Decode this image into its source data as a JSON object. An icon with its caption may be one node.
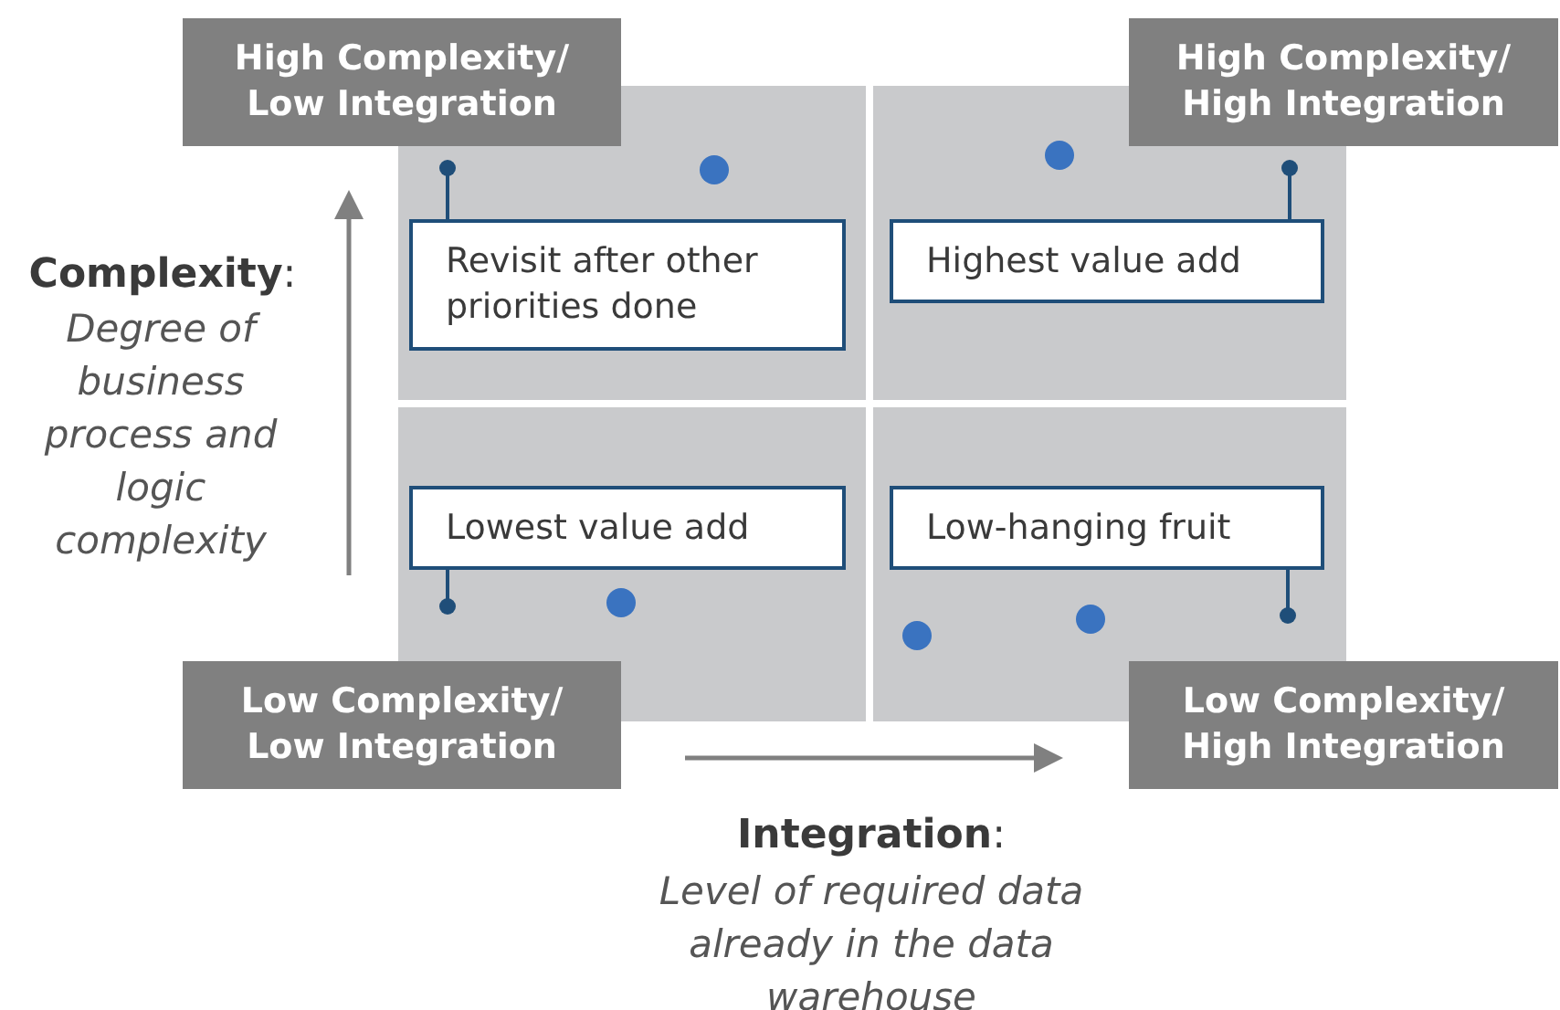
{
  "diagram": {
    "nodes": [
      {
        "text": [
          "High Complexity/ Low Integration"
        ]
      },
      {
        "text": [
          "High Complexity/ High Integration"
        ]
      },
      {
        "text": [],
        "shape": "box"
      },
      {
        "text": [
          "Revisit after other priorities done"
        ],
        "in": 2
      },
      {
        "text": [],
        "shape": "box"
      },
      {
        "text": [
          "Highest value add"
        ],
        "in": 4
      },
      {
        "text": [],
        "shape": "box"
      },
      {
        "text": [
          "Lowest value add"
        ],
        "in": 6
      },
      {
        "text": [],
        "shape": "box"
      },
      {
        "text": [
          "Low-hanging fruit"
        ],
        "in": 8
      },
      {
        "text": [
          "Low Complexity/ Low Integration"
        ]
      },
      {
        "text": [
          "Low Complexity/ High Integration"
        ]
      }
    ],
    "edges": [],
    "labels": [
      "**Complexity**:",
      "Degree of business process and logic complexity",
      "**Integration**:",
      "Level of required data already in the data warehouse"
    ]
  }
}
